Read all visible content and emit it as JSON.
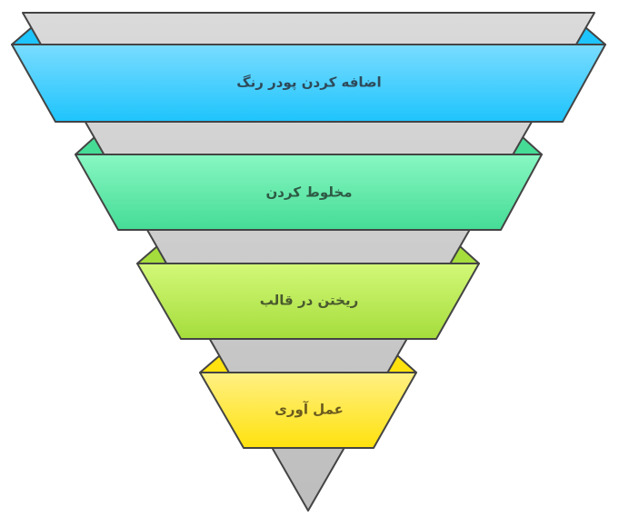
{
  "diagram": {
    "type": "inverted-funnel",
    "stages": [
      {
        "label": "اضافه کردن پودر رنگ",
        "color": "#29c6fb",
        "text_color": "#2e4a5a"
      },
      {
        "label": "مخلوط کردن",
        "color": "#4fdb98",
        "text_color": "#2e5a45"
      },
      {
        "label": "ریختن در قالب",
        "color": "#a8e040",
        "text_color": "#4a5a2e"
      },
      {
        "label": "عمل آوری",
        "color": "#ffe21a",
        "text_color": "#6a5a1e"
      }
    ]
  }
}
